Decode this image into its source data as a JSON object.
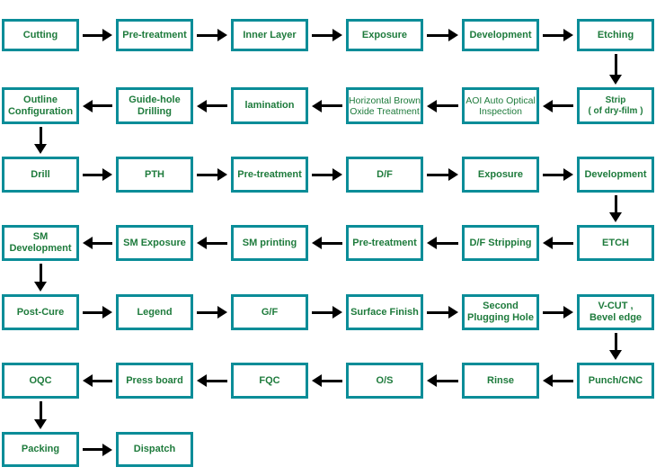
{
  "diagram": {
    "colors": {
      "box_border": "#0b8d98",
      "box_text": "#1e7b3c",
      "arrow": "#000000",
      "background": "#ffffff"
    },
    "rows": [
      {
        "direction": "right",
        "boxes": [
          {
            "id": "cutting",
            "lines": [
              "Cutting"
            ]
          },
          {
            "id": "pre-treatment-1",
            "lines": [
              "Pre-treatment"
            ]
          },
          {
            "id": "inner-layer",
            "lines": [
              "Inner Layer"
            ]
          },
          {
            "id": "exposure-1",
            "lines": [
              "Exposure"
            ]
          },
          {
            "id": "development-1",
            "lines": [
              "Development"
            ]
          },
          {
            "id": "etching",
            "lines": [
              "Etching"
            ]
          }
        ]
      },
      {
        "direction": "left",
        "boxes": [
          {
            "id": "outline-configuration",
            "lines": [
              "Outline",
              "Configuration"
            ]
          },
          {
            "id": "guide-hole-drilling",
            "lines": [
              "Guide-hole",
              "Drilling"
            ]
          },
          {
            "id": "lamination",
            "lines": [
              "lamination"
            ]
          },
          {
            "id": "horizontal-brown-oxide-treatment",
            "lines": [
              "Horizontal Brown",
              "Oxide Treatment"
            ],
            "style": "plain"
          },
          {
            "id": "aoi-auto-optical-inspection",
            "lines": [
              "AOI  Auto Optical",
              "Inspection"
            ],
            "style": "plain"
          },
          {
            "id": "strip-of-dry-film",
            "lines": [
              "Strip",
              "( of dry-film )"
            ],
            "style": "compact"
          }
        ]
      },
      {
        "direction": "right",
        "boxes": [
          {
            "id": "drill",
            "lines": [
              "Drill"
            ]
          },
          {
            "id": "pth",
            "lines": [
              "PTH"
            ]
          },
          {
            "id": "pre-treatment-2",
            "lines": [
              "Pre-treatment"
            ]
          },
          {
            "id": "df",
            "lines": [
              "D/F"
            ]
          },
          {
            "id": "exposure-2",
            "lines": [
              "Exposure"
            ]
          },
          {
            "id": "development-2",
            "lines": [
              "Development"
            ]
          }
        ]
      },
      {
        "direction": "left",
        "boxes": [
          {
            "id": "sm-development",
            "lines": [
              "SM",
              "Development"
            ]
          },
          {
            "id": "sm-exposure",
            "lines": [
              "SM Exposure"
            ]
          },
          {
            "id": "sm-printing",
            "lines": [
              "SM printing"
            ]
          },
          {
            "id": "pre-treatment-3",
            "lines": [
              "Pre-treatment"
            ]
          },
          {
            "id": "df-stripping",
            "lines": [
              "D/F Stripping"
            ]
          },
          {
            "id": "etch",
            "lines": [
              "ETCH"
            ]
          }
        ]
      },
      {
        "direction": "right",
        "boxes": [
          {
            "id": "post-cure",
            "lines": [
              "Post-Cure"
            ]
          },
          {
            "id": "legend",
            "lines": [
              "Legend"
            ]
          },
          {
            "id": "gf",
            "lines": [
              "G/F"
            ]
          },
          {
            "id": "surface-finish",
            "lines": [
              "Surface Finish"
            ]
          },
          {
            "id": "second-plugging-hole",
            "lines": [
              "Second",
              "Plugging Hole"
            ]
          },
          {
            "id": "v-cut-bevel-edge",
            "lines": [
              "V-CUT ,",
              "Bevel edge"
            ]
          }
        ]
      },
      {
        "direction": "left",
        "boxes": [
          {
            "id": "oqc",
            "lines": [
              "OQC"
            ]
          },
          {
            "id": "press-board",
            "lines": [
              "Press board"
            ]
          },
          {
            "id": "fqc",
            "lines": [
              "FQC"
            ]
          },
          {
            "id": "os",
            "lines": [
              "O/S"
            ]
          },
          {
            "id": "rinse",
            "lines": [
              "Rinse"
            ]
          },
          {
            "id": "punch-cnc",
            "lines": [
              "Punch/CNC"
            ]
          }
        ]
      },
      {
        "direction": "right",
        "boxes": [
          {
            "id": "packing",
            "lines": [
              "Packing"
            ]
          },
          {
            "id": "dispatch",
            "lines": [
              "Dispatch"
            ]
          }
        ]
      }
    ],
    "connectors": [
      {
        "from": "etching",
        "to": "strip-of-dry-film",
        "row_from": 0,
        "col": 5
      },
      {
        "from": "outline-configuration",
        "to": "drill",
        "row_from": 1,
        "col": 0
      },
      {
        "from": "development-2",
        "to": "etch",
        "row_from": 2,
        "col": 5
      },
      {
        "from": "sm-development",
        "to": "post-cure",
        "row_from": 3,
        "col": 0
      },
      {
        "from": "v-cut-bevel-edge",
        "to": "punch-cnc",
        "row_from": 4,
        "col": 5
      },
      {
        "from": "oqc",
        "to": "packing",
        "row_from": 5,
        "col": 0
      }
    ]
  }
}
